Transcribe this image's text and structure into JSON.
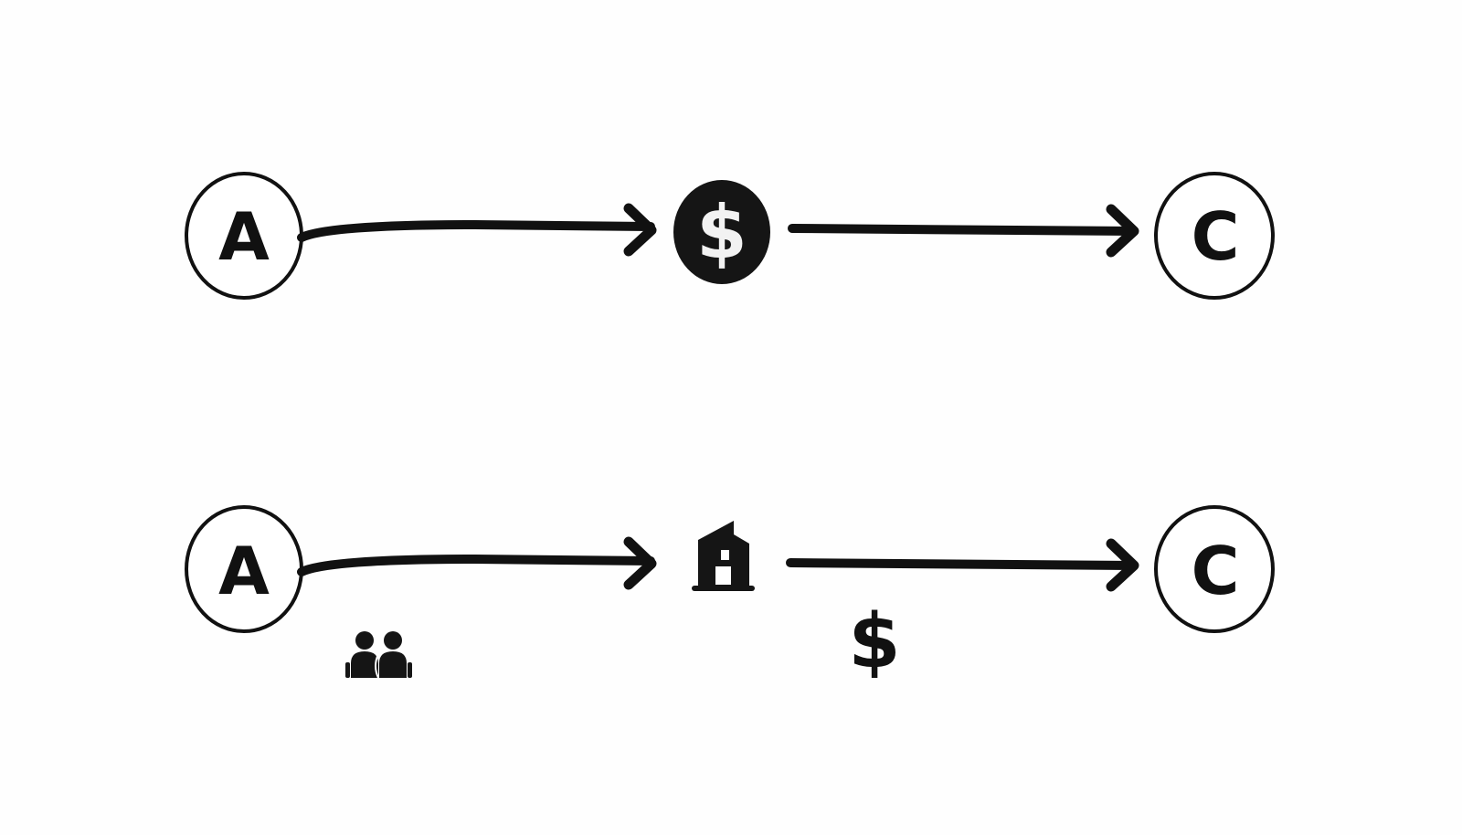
{
  "diagram": {
    "title": "",
    "colors": {
      "stroke": "#111111",
      "background": "#fefefe",
      "coin_fill": "#151515",
      "coin_text": "#f2f2f2"
    },
    "rows": [
      {
        "id": "row-top",
        "nodes": [
          {
            "id": "node-a-top",
            "type": "circle-outline",
            "label": "A"
          },
          {
            "id": "node-coin-top",
            "type": "circle-filled",
            "label": "$",
            "icon": "dollar-coin-icon"
          },
          {
            "id": "node-c-top",
            "type": "circle-outline",
            "label": "C"
          }
        ],
        "edges": [
          {
            "from": "A",
            "to": "$",
            "style": "arrow"
          },
          {
            "from": "$",
            "to": "C",
            "style": "arrow"
          }
        ],
        "annotations": []
      },
      {
        "id": "row-bottom",
        "nodes": [
          {
            "id": "node-a-bottom",
            "type": "circle-outline",
            "label": "A"
          },
          {
            "id": "node-house-bottom",
            "type": "icon",
            "label": "",
            "icon": "house-icon"
          },
          {
            "id": "node-c-bottom",
            "type": "circle-outline",
            "label": "C"
          }
        ],
        "edges": [
          {
            "from": "A",
            "to": "house",
            "style": "arrow"
          },
          {
            "from": "house",
            "to": "C",
            "style": "arrow"
          }
        ],
        "annotations": [
          {
            "id": "annot-people",
            "icon": "two-people-icon",
            "label": "",
            "under_edge": "A→house"
          },
          {
            "id": "annot-dollar",
            "icon": "dollar-sign-icon",
            "label": "$",
            "under_edge": "house→C"
          }
        ]
      }
    ]
  }
}
